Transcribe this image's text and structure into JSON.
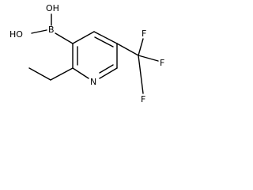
{
  "molecule": {
    "atoms": {
      "oh_top": "OH",
      "oh_left": "HO",
      "boron": "B",
      "nitrogen": "N",
      "fluorine_top": "F",
      "fluorine_right": "F",
      "fluorine_bottom": "F"
    }
  },
  "colors": {
    "bond": "#000000",
    "text": "#000000",
    "background": "#ffffff"
  }
}
